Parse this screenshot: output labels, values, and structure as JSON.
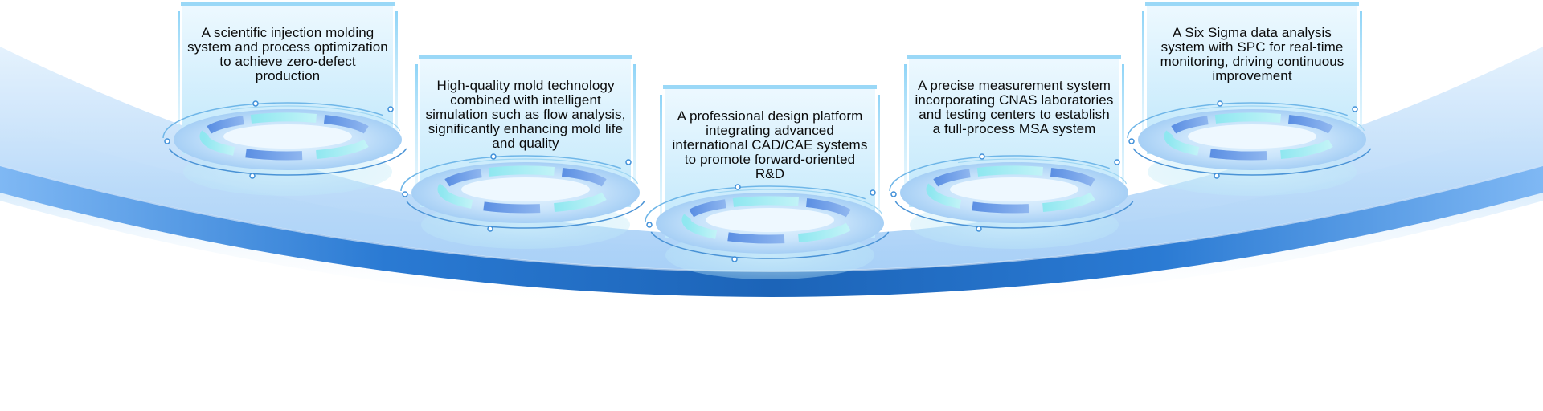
{
  "cards": [
    {
      "text": "A scientific injection molding system and process optimization to achieve zero-defect production"
    },
    {
      "text": "High-quality mold technology combined with intelligent simulation such as flow analysis, significantly enhancing mold life and quality"
    },
    {
      "text": "A professional design platform integrating advanced international CAD/CAE systems to promote forward-oriented R&D"
    },
    {
      "text": "A precise measurement system incorporating CNAS laboratories and testing centers to establish a full-process MSA system"
    },
    {
      "text": "A Six Sigma data analysis system with SPC for real-time monitoring, driving continuous improvement"
    }
  ],
  "colors": {
    "arc_dark": "#1f6fc1",
    "arc_mid": "#3d8fe6",
    "arc_glow": "#bfe0fb",
    "card_top": "#e8f7ff",
    "card_bottom": "#c3e8fb",
    "ring_blue": "#4f8fe0",
    "ring_cyan": "#7ee0f2"
  }
}
